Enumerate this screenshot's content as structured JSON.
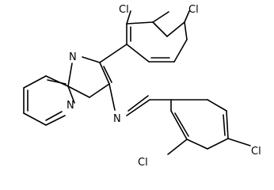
{
  "molecule": {
    "atoms": {
      "cl_top_left": "Cl",
      "cl_top_right": "Cl",
      "cl_bottom_left": "Cl",
      "cl_bottom_right": "Cl",
      "n_imidazole": "N",
      "n_bridgehead": "N",
      "n_imine": "N"
    },
    "colors": {
      "bond": "#000000",
      "label": "#000000",
      "background": "#ffffff"
    }
  }
}
